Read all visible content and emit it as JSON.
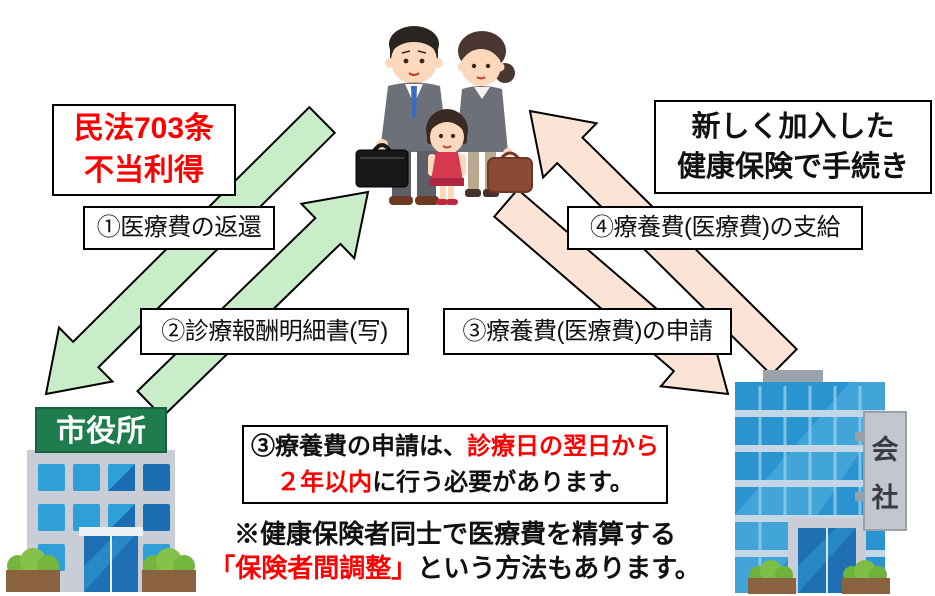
{
  "labels": {
    "minpo_line1": "民法703条",
    "minpo_line2": "不当利得",
    "new_insurance_line1": "新しく加入した",
    "new_insurance_line2": "健康保険で手続き",
    "step1": "①医療費の返還",
    "step2": "②診療報酬明細書(写)",
    "step3": "③療養費(医療費)の申請",
    "step4": "④療養費(医療費)の支給"
  },
  "note_box": {
    "line1_black": "③療養費の申請は、",
    "line1_red": "診療日の翌日から",
    "line2_red": "２年以内",
    "line2_black": "に行う必要があります。"
  },
  "footnote": {
    "line1": "※健康保険者同士で医療費を精算する",
    "line2_red": "「保険者間調整」",
    "line2_black": "という方法もあります。"
  },
  "buildings": {
    "cityhall_sign": "市役所",
    "company_sign": [
      "会",
      "社"
    ]
  },
  "colors": {
    "red_text": "#ff0000",
    "green_arrow": "#c9ecc9",
    "pink_arrow": "#fbe3d6",
    "arrow_outline": "#000000"
  }
}
